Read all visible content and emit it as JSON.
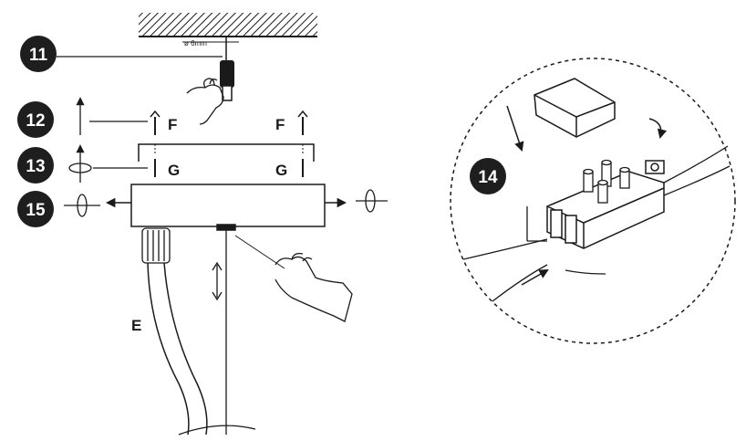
{
  "steps": {
    "s11": "11",
    "s12": "12",
    "s13": "13",
    "s15": "15",
    "s14": "14"
  },
  "labels": {
    "F": "F",
    "G": "G",
    "E": "E",
    "dimension": "ø 6mm"
  },
  "colors": {
    "ink": "#1a1a1a",
    "badge": "#1e1e1e",
    "paper": "#ffffff"
  }
}
